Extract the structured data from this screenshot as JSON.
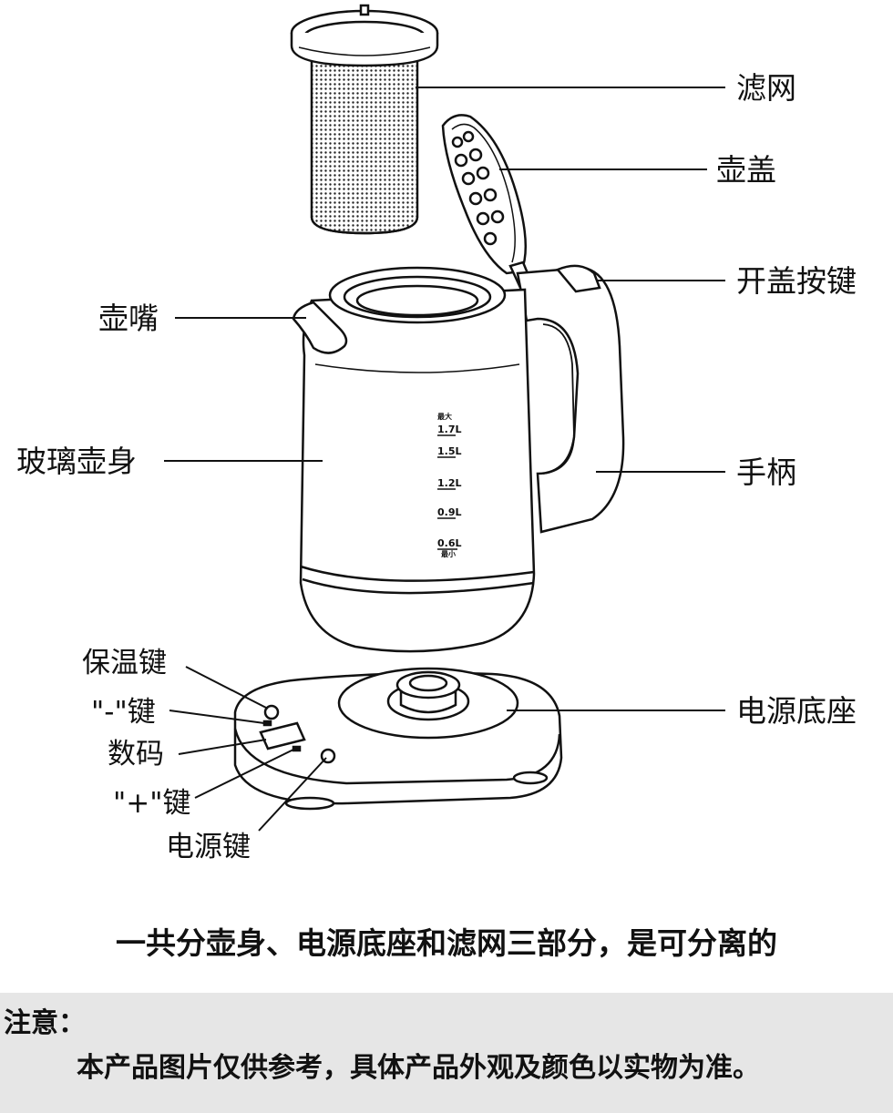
{
  "labels": {
    "filter": "滤网",
    "lid": "壶盖",
    "lid_button": "开盖按键",
    "spout": "壶嘴",
    "glass_body": "玻璃壶身",
    "handle": "手柄",
    "keep_warm_key": "保温键",
    "minus_key": "\"-\"键",
    "digital_display": "数码",
    "plus_key": "\"+\"键",
    "power_key": "电源键",
    "power_base": "电源底座"
  },
  "scale": {
    "max_word": "最大",
    "min_word": "最小",
    "marks": [
      "1.7L",
      "1.5L",
      "1.2L",
      "0.9L",
      "0.6L"
    ]
  },
  "caption": "一共分壶身、电源底座和滤网三部分，是可分离的",
  "notice": {
    "title": "注意：",
    "body": "本产品图片仅供参考，具体产品外观及颜色以实物为准。"
  }
}
